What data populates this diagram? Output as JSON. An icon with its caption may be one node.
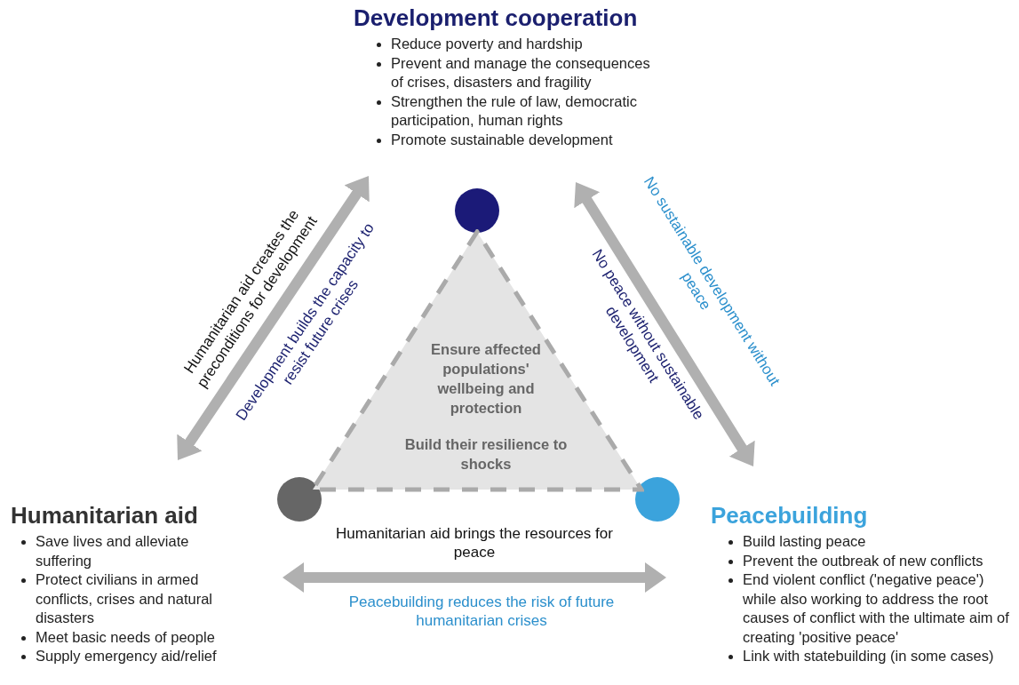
{
  "diagram": {
    "nodes": [
      {
        "text": [
          "Development cooperation",
          "Reduce poverty and hardship",
          "Prevent and manage the consequences of crises, disasters and fragility",
          "Strengthen the rule of law, democratic participation, human rights",
          "Promote sustainable development"
        ]
      },
      {
        "text": [
          "Humanitarian aid",
          "Save lives and alleviate suffering",
          "Protect civilians in armed conflicts, crises and natural disasters",
          "Meet basic needs of people",
          "Supply emergency aid/relief"
        ]
      },
      {
        "text": [
          "Peacebuilding",
          "Build lasting peace",
          "Prevent the outbreak of new conflicts",
          "End violent conflict ('negative peace') while also working to address the root causes of conflict with the ultimate aim of creating 'positive peace'",
          "Link with statebuilding (in some cases)"
        ]
      },
      {
        "text": [],
        "shape": "circle"
      },
      {
        "text": [],
        "shape": "circle"
      },
      {
        "text": [],
        "shape": "circle"
      },
      {
        "text": [
          "Ensure affected populations' wellbeing and protection",
          "Build their resilience to shocks"
        ]
      }
    ],
    "edges": [
      {
        "from": 0,
        "to": 1,
        "arrow": "both",
        "label": "Humanitarian aid creates the preconditions for development"
      },
      {
        "from": 0,
        "to": 2,
        "arrow": "both",
        "label": "No peace without sustainable development"
      },
      {
        "from": 1,
        "to": 2,
        "arrow": "both",
        "label": "Humanitarian aid brings the resources for peace"
      }
    ],
    "labels": [
      "Development builds the capacity to resist future crises",
      "No sustainable development without peace",
      "Peacebuilding reduces the risk of future humanitarian crises"
    ]
  }
}
